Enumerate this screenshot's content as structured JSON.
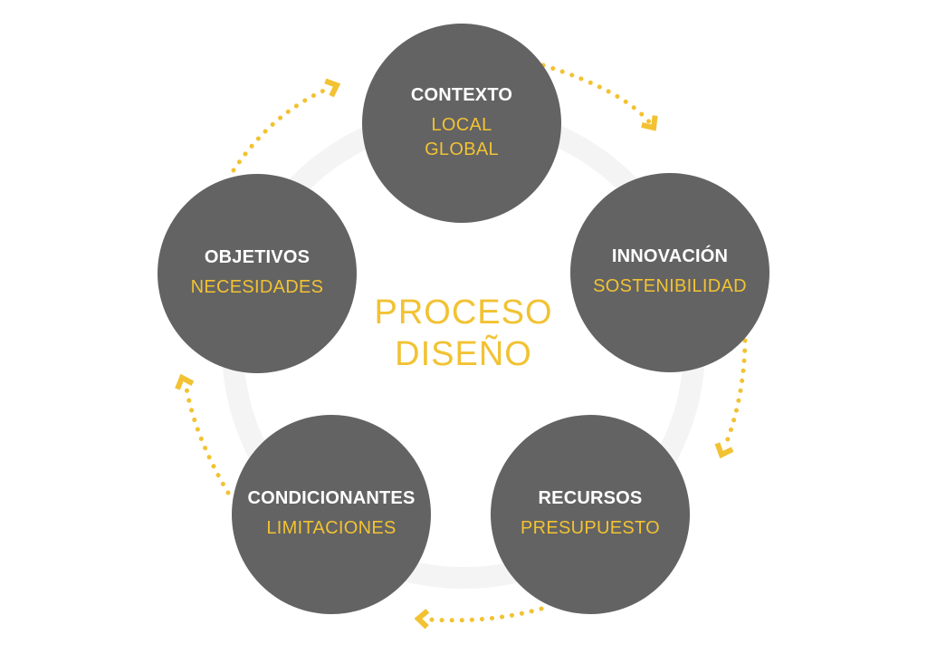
{
  "diagram": {
    "center": {
      "line1": "PROCESO",
      "line2": "DISEÑO"
    },
    "nodes": [
      {
        "title": "CONTEXTO",
        "subtitles": [
          "LOCAL",
          "GLOBAL"
        ]
      },
      {
        "title": "INNOVACIÓN",
        "subtitles": [
          "SOSTENIBILIDAD"
        ]
      },
      {
        "title": "RECURSOS",
        "subtitles": [
          "PRESUPUESTO"
        ]
      },
      {
        "title": "CONDICIONANTES",
        "subtitles": [
          "LIMITACIONES"
        ]
      },
      {
        "title": "OBJETIVOS",
        "subtitles": [
          "NECESIDADES"
        ]
      }
    ],
    "colors": {
      "circle": "#636363",
      "accent": "#f2c233",
      "ring": "#f4f4f4",
      "title": "#ffffff"
    },
    "connectors": {
      "style": "dotted",
      "arrow_icon": "chevron-arrow-icon",
      "direction": "clockwise"
    }
  }
}
